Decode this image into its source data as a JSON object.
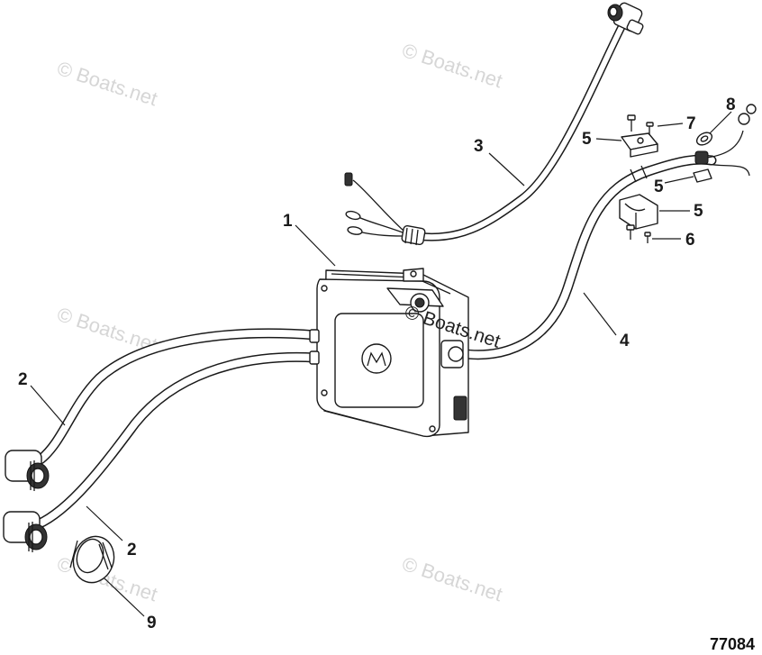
{
  "part_number": "77084",
  "watermark": "© Boats.net",
  "callouts": [
    {
      "label": "1"
    },
    {
      "label": "2"
    },
    {
      "label": "2"
    },
    {
      "label": "3"
    },
    {
      "label": "4"
    },
    {
      "label": "5"
    },
    {
      "label": "5"
    },
    {
      "label": "5"
    },
    {
      "label": "6"
    },
    {
      "label": "7"
    },
    {
      "label": "8"
    },
    {
      "label": "9"
    }
  ]
}
